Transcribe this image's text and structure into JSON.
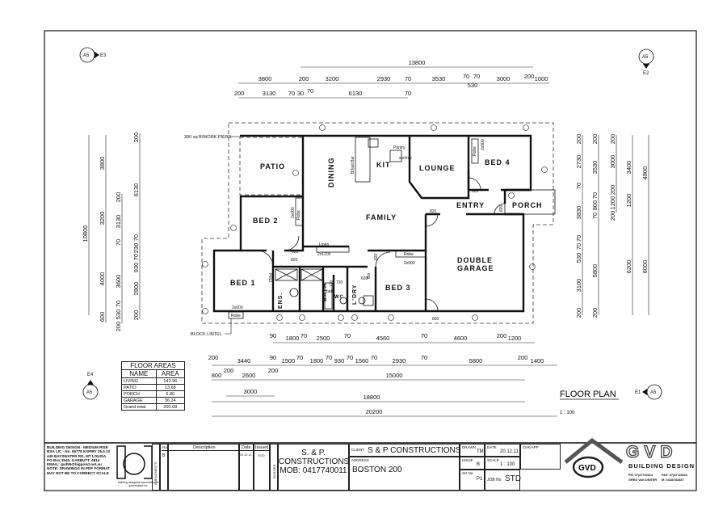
{
  "sheet_title": "FLOOR PLAN",
  "sheet_scale": "1 : 100",
  "section_markers": [
    {
      "ref": "A5",
      "id": "E3"
    },
    {
      "ref": "A5",
      "id": "E2"
    },
    {
      "ref": "A5",
      "id": "E4"
    },
    {
      "ref": "A5",
      "id": "E1"
    }
  ],
  "notes": {
    "piers": "300 sq B/WORK PIERS",
    "lintel": "BLOCK LINTEL"
  },
  "rooms": {
    "patio": "PATIO",
    "dining": "DINING",
    "kit": "KIT",
    "lounge": "LOUNGE",
    "bed4": "BED 4",
    "bed2": "BED 2",
    "family": "FAMILY",
    "entry": "ENTRY",
    "porch": "PORCH",
    "bed1": "BED 1",
    "ens": "ENS.",
    "bath": "BATH",
    "wc": "WC",
    "ldry": "L'DRY",
    "bed3": "BED 3",
    "garage1": "DOUBLE",
    "garage2": "GARAGE"
  },
  "fixtures": {
    "robe": "Robe",
    "linen": "Linen",
    "linen_size": "2x1200",
    "bed3_robe_size": "2x900",
    "bed1_robe_size": "2x600",
    "bed2_robe_size": "2x600",
    "bed4_robe_size": "2x900",
    "pantry": "Pantry",
    "bfast": "B/fast Bar",
    "womw": "wo/mw",
    "bath": "bath",
    "door_820": "820",
    "door_720": "720",
    "door_620": "620",
    "bin": "Bin",
    "ens_door": "720sl"
  },
  "dims": {
    "top_overall": [
      "13800"
    ],
    "top_row2": [
      "3800",
      "200",
      "3200",
      "2930",
      "70",
      "3530",
      "70",
      "70",
      "530",
      "3000",
      "200",
      "1000"
    ],
    "top_row3": [
      "200",
      "3130",
      "70",
      "30",
      "70",
      "6130",
      "70"
    ],
    "bottom_row1": [
      "90",
      "1800",
      "70",
      "2500",
      "70",
      "4560",
      "70",
      "4600",
      "200",
      "1200"
    ],
    "bottom_row2": [
      "200",
      "3440",
      "90",
      "1500",
      "70",
      "1800",
      "70",
      "930",
      "70",
      "1560",
      "70",
      "2930",
      "70",
      "5800",
      "200",
      "1400"
    ],
    "bottom_row3": [
      "800",
      "200",
      "2600",
      "200",
      "15000"
    ],
    "bottom_row4": [
      "3000"
    ],
    "bottom_row5": [
      "18800"
    ],
    "bottom_row6": [
      "20200"
    ],
    "left_col1": [
      "10800"
    ],
    "left_col2": [
      "3800",
      "3200",
      "4000",
      "600"
    ],
    "left_col3": [
      "200",
      "3130",
      "70",
      "3600",
      "200",
      "530",
      "70"
    ],
    "left_col4": [
      "200",
      "6130",
      "70",
      "230",
      "70",
      "930",
      "2800",
      "200"
    ],
    "right_col1": [
      "200",
      "2730",
      "70",
      "3830",
      "70",
      "70",
      "530",
      "3100",
      "200"
    ],
    "right_col2": [
      "200",
      "3530",
      "70",
      "800",
      "70",
      "5800",
      "200"
    ],
    "right_col3": [
      "200",
      "3000",
      "200",
      "1200",
      "200"
    ],
    "right_col4": [
      "3400",
      "1200",
      "6200"
    ],
    "right_col5": [
      "4800",
      "6000"
    ]
  },
  "floor_areas": {
    "title": "FLOOR AREAS",
    "headers": [
      "NAME",
      "AREA"
    ],
    "rows": [
      [
        "LIVING",
        "143.96"
      ],
      [
        "PATIO",
        "13.68"
      ],
      [
        "PORCH",
        "6.80"
      ],
      [
        "GARAGE",
        "36.24"
      ],
      [
        "Grand total",
        "200.68"
      ]
    ]
  },
  "title_block": {
    "designer_lines": [
      "BUILDING DESIGN - MEDIUM RISE",
      "BSA LIC - No. 65778 EXPIRY 25.5.12",
      "449 BAYSWATER RD, MT LOUISA",
      "PO Box 3545, GARBUTT. 4814",
      "EMAIL: gvd59@bigpond.net.au",
      "NOTE: DRAWINGS IN PDF FORMAT",
      "MAY NOT BE TO CORRECT SCALE"
    ],
    "logo_caption": "building designers association of queensland inc",
    "amendments_label": "AMENDMENTS",
    "amend_headers": [
      "No",
      "Description",
      "Date",
      "Issued"
    ],
    "amend_row": [
      "B",
      "",
      "20.12.11",
      "GVD"
    ],
    "builder_label": "BUILDER",
    "builder_lines": [
      "S. & P.",
      "CONSTRUCTIONS",
      "MOB: 0417740011"
    ],
    "client_label": "CLIENT",
    "client": "S & P CONSTRUCTIONS",
    "address_label": "ADDRESS",
    "address": "BOSTON 200",
    "drawn_label": "DRAWN",
    "drawn": "TM",
    "issue_label": "ISSUE",
    "issue": "B",
    "sheet_label": "SH No",
    "sheet": "P1",
    "date_label": "DATE",
    "date": "20.12.11",
    "scale_label": "SCALE",
    "scale": "1 : 100",
    "job_label": "JOB No",
    "job": "STD",
    "chk_label": "CHK/APP",
    "brand": "GVD",
    "brand_sub": "BUILDING DESIGN",
    "brand_contact": [
      "PH: 07)47743314",
      "FAX: 07)47743316",
      "GREG VAN DINTER",
      "M: 0418/782837"
    ]
  }
}
